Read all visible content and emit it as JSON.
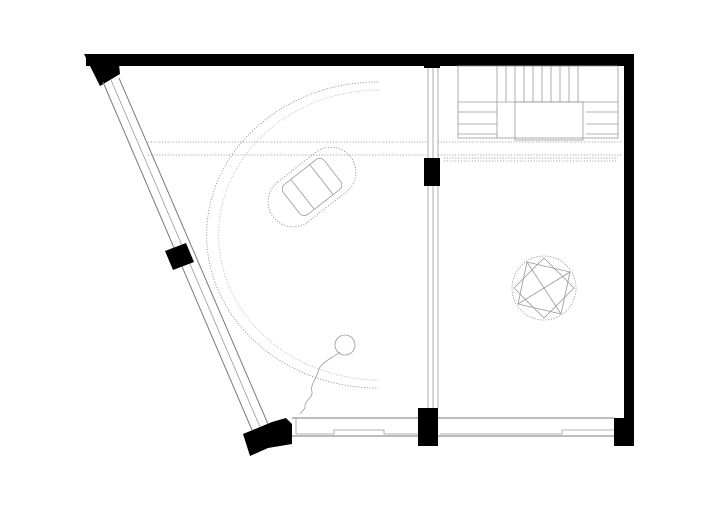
{
  "drawing": {
    "type": "architectural floor plan",
    "ink_color": "#000000",
    "fine_line_color": "#9a9a9a",
    "background_color": "#ffffff"
  },
  "rooms": [
    {
      "name": "trapezoidal-space"
    },
    {
      "name": "rectangular-space"
    }
  ],
  "fixtures": [
    {
      "name": "car-icon"
    },
    {
      "name": "light-fixture-icon"
    },
    {
      "name": "stair-icon"
    },
    {
      "name": "lamp-icon"
    }
  ]
}
